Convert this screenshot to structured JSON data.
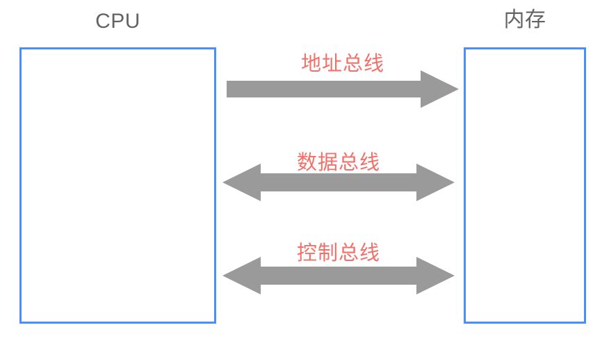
{
  "diagram": {
    "title_text_color": "#636363",
    "node_border_color": "#4a90f2",
    "arrow_color": "#9a9a9a",
    "label_color": "#f2706a",
    "background_color": "#ffffff",
    "nodes": [
      {
        "id": "cpu",
        "label": "CPU"
      },
      {
        "id": "memory",
        "label": "内存"
      }
    ],
    "buses": [
      {
        "id": "address",
        "label": "地址总线",
        "direction": "right",
        "from": "CPU",
        "to": "内存"
      },
      {
        "id": "data",
        "label": "数据总线",
        "direction": "both",
        "from": "CPU",
        "to": "内存"
      },
      {
        "id": "control",
        "label": "控制总线",
        "direction": "both",
        "from": "CPU",
        "to": "内存"
      }
    ]
  }
}
